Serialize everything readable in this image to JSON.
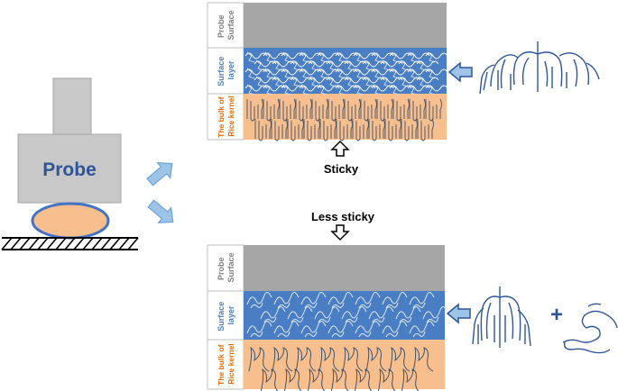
{
  "probe": {
    "label": "Probe"
  },
  "top_panel": {
    "labels": {
      "probe_surface": [
        "Probe",
        "Surface"
      ],
      "surface_layer": [
        "Surface",
        "layer"
      ],
      "bulk": [
        "The bulk of",
        "Rice kernel"
      ]
    },
    "caption": "Sticky"
  },
  "bottom_panel": {
    "labels": {
      "probe_surface": [
        "Probe",
        "Surface"
      ],
      "surface_layer": [
        "Surface",
        "layer"
      ],
      "bulk": [
        "The bulk of",
        "Rice kernel"
      ]
    },
    "caption": "Less sticky"
  },
  "operator": "+",
  "colors": {
    "probe_gray": "#c8c8c8",
    "probe_text": "#2e5597",
    "probe_surface_gray": "#a6a6a6",
    "surface_layer_blue": "#4a7ec4",
    "bulk_orange": "#f7be8e",
    "rice_oval": "#f7be8e",
    "arrow_fill": "#9dc3e6",
    "label_gray": "#808080",
    "label_blue": "#4f81bd",
    "label_orange": "#e46c0a",
    "polymer_stroke": "#44546a"
  }
}
